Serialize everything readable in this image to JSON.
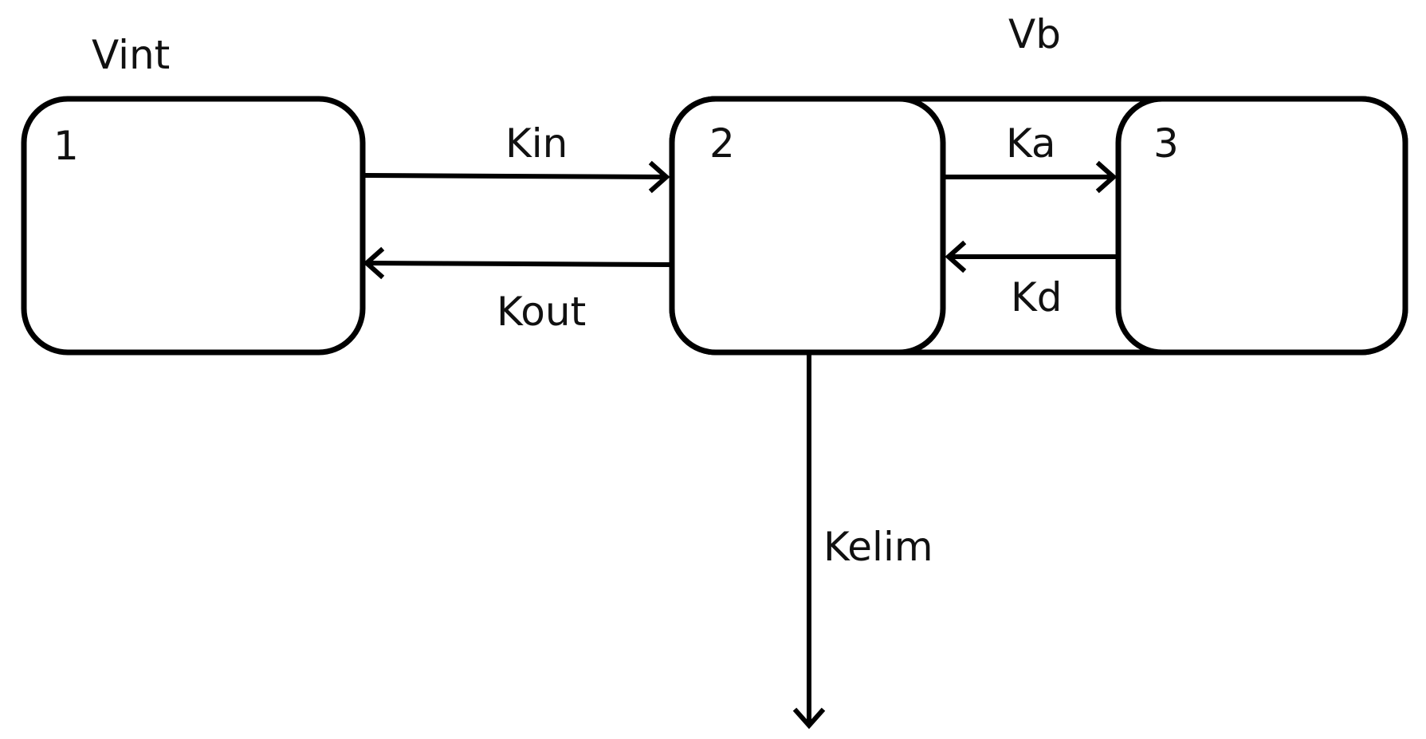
{
  "compartments": {
    "c1": {
      "number": "1",
      "volume_label": "Vint"
    },
    "c2": {
      "number": "2"
    },
    "c3": {
      "number": "3"
    },
    "group_volume_label": "Vb"
  },
  "rates": {
    "kin": "Kin",
    "kout": "Kout",
    "ka": "Ka",
    "kd": "Kd",
    "kelim": "Kelim"
  },
  "colors": {
    "stroke": "#000000",
    "text": "#111111",
    "background": "#ffffff"
  }
}
